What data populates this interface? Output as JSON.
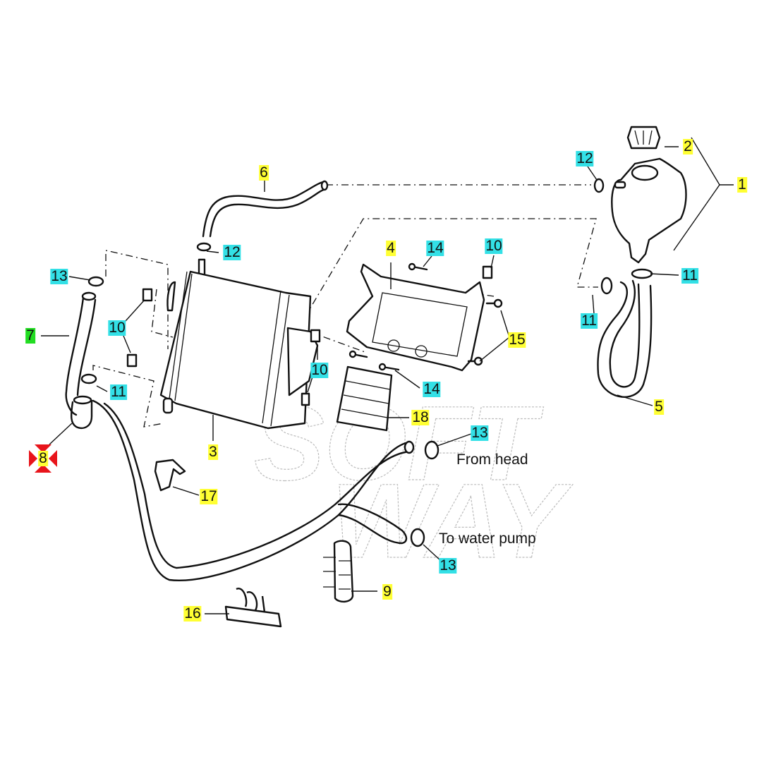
{
  "diagram": {
    "type": "exploded-parts-diagram",
    "subject": "cooling system - radiator, expansion tank, hoses",
    "watermark": [
      "SOFT",
      "WAY"
    ],
    "colors": {
      "highlight_yellow": "#ffff33",
      "highlight_cyan": "#33e0e6",
      "highlight_green": "#22dd22",
      "marker_red": "#e8141b",
      "line": "#111111"
    },
    "callouts": [
      {
        "id": "c1",
        "label": "1",
        "highlight": "yellow",
        "part": "expansion tank assembly"
      },
      {
        "id": "c2",
        "label": "2",
        "highlight": "yellow",
        "part": "tank cap"
      },
      {
        "id": "c3",
        "label": "3",
        "highlight": "yellow",
        "part": "radiator"
      },
      {
        "id": "c4",
        "label": "4",
        "highlight": "yellow",
        "part": "radiator bracket"
      },
      {
        "id": "c5",
        "label": "5",
        "highlight": "yellow",
        "part": "tank hose"
      },
      {
        "id": "c6",
        "label": "6",
        "highlight": "yellow",
        "part": "overflow hose"
      },
      {
        "id": "c7",
        "label": "7",
        "highlight": "green",
        "part": "radiator upper hose"
      },
      {
        "id": "c8",
        "label": "8",
        "highlight": "yellow",
        "part": "radiator lower hose",
        "marked": true
      },
      {
        "id": "c9",
        "label": "9",
        "highlight": "yellow",
        "part": "hose holder"
      },
      {
        "id": "c10a",
        "label": "10",
        "highlight": "cyan",
        "part": "clip"
      },
      {
        "id": "c10b",
        "label": "10",
        "highlight": "cyan",
        "part": "clip"
      },
      {
        "id": "c10c",
        "label": "10",
        "highlight": "cyan",
        "part": "clip"
      },
      {
        "id": "c11a",
        "label": "11",
        "highlight": "cyan",
        "part": "hose clamp"
      },
      {
        "id": "c11b",
        "label": "11",
        "highlight": "cyan",
        "part": "hose clamp"
      },
      {
        "id": "c11c",
        "label": "11",
        "highlight": "cyan",
        "part": "hose clamp"
      },
      {
        "id": "c12a",
        "label": "12",
        "highlight": "cyan",
        "part": "small clamp"
      },
      {
        "id": "c12b",
        "label": "12",
        "highlight": "cyan",
        "part": "small clamp"
      },
      {
        "id": "c13a",
        "label": "13",
        "highlight": "cyan",
        "part": "hose clamp"
      },
      {
        "id": "c13b",
        "label": "13",
        "highlight": "cyan",
        "part": "hose clamp"
      },
      {
        "id": "c13c",
        "label": "13",
        "highlight": "cyan",
        "part": "hose clamp"
      },
      {
        "id": "c14a",
        "label": "14",
        "highlight": "cyan",
        "part": "bolt"
      },
      {
        "id": "c14b",
        "label": "14",
        "highlight": "cyan",
        "part": "bolt"
      },
      {
        "id": "c15",
        "label": "15",
        "highlight": "yellow",
        "part": "screw"
      },
      {
        "id": "c16",
        "label": "16",
        "highlight": "yellow",
        "part": "hose holder"
      },
      {
        "id": "c17",
        "label": "17",
        "highlight": "yellow",
        "part": "clip"
      },
      {
        "id": "c18",
        "label": "18",
        "highlight": "yellow",
        "part": "radiator grille"
      }
    ],
    "notes": {
      "from_head": "From head",
      "to_water_pump": "To water pump"
    }
  }
}
